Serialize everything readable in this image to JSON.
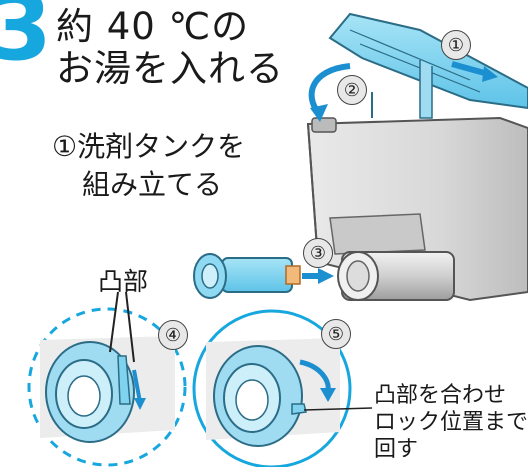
{
  "step": {
    "number": "3"
  },
  "title": {
    "line1": "約 40 ℃の",
    "line2": "お湯を入れる"
  },
  "substep": {
    "line1": "①洗剤タンクを",
    "line2": "組み立てる"
  },
  "labels": {
    "protrusion": "凸部"
  },
  "markers": [
    "①",
    "②",
    "③",
    "④",
    "⑤"
  ],
  "instruction": {
    "line1": "凸部を合わせ",
    "line2": "ロック位置まで",
    "line3": "回す"
  },
  "colors": {
    "accent": "#17a7df",
    "part_blue": "#7fd3ef",
    "tank_gray": "#dcdcdc",
    "arrow_blue": "#1b8fd0"
  }
}
